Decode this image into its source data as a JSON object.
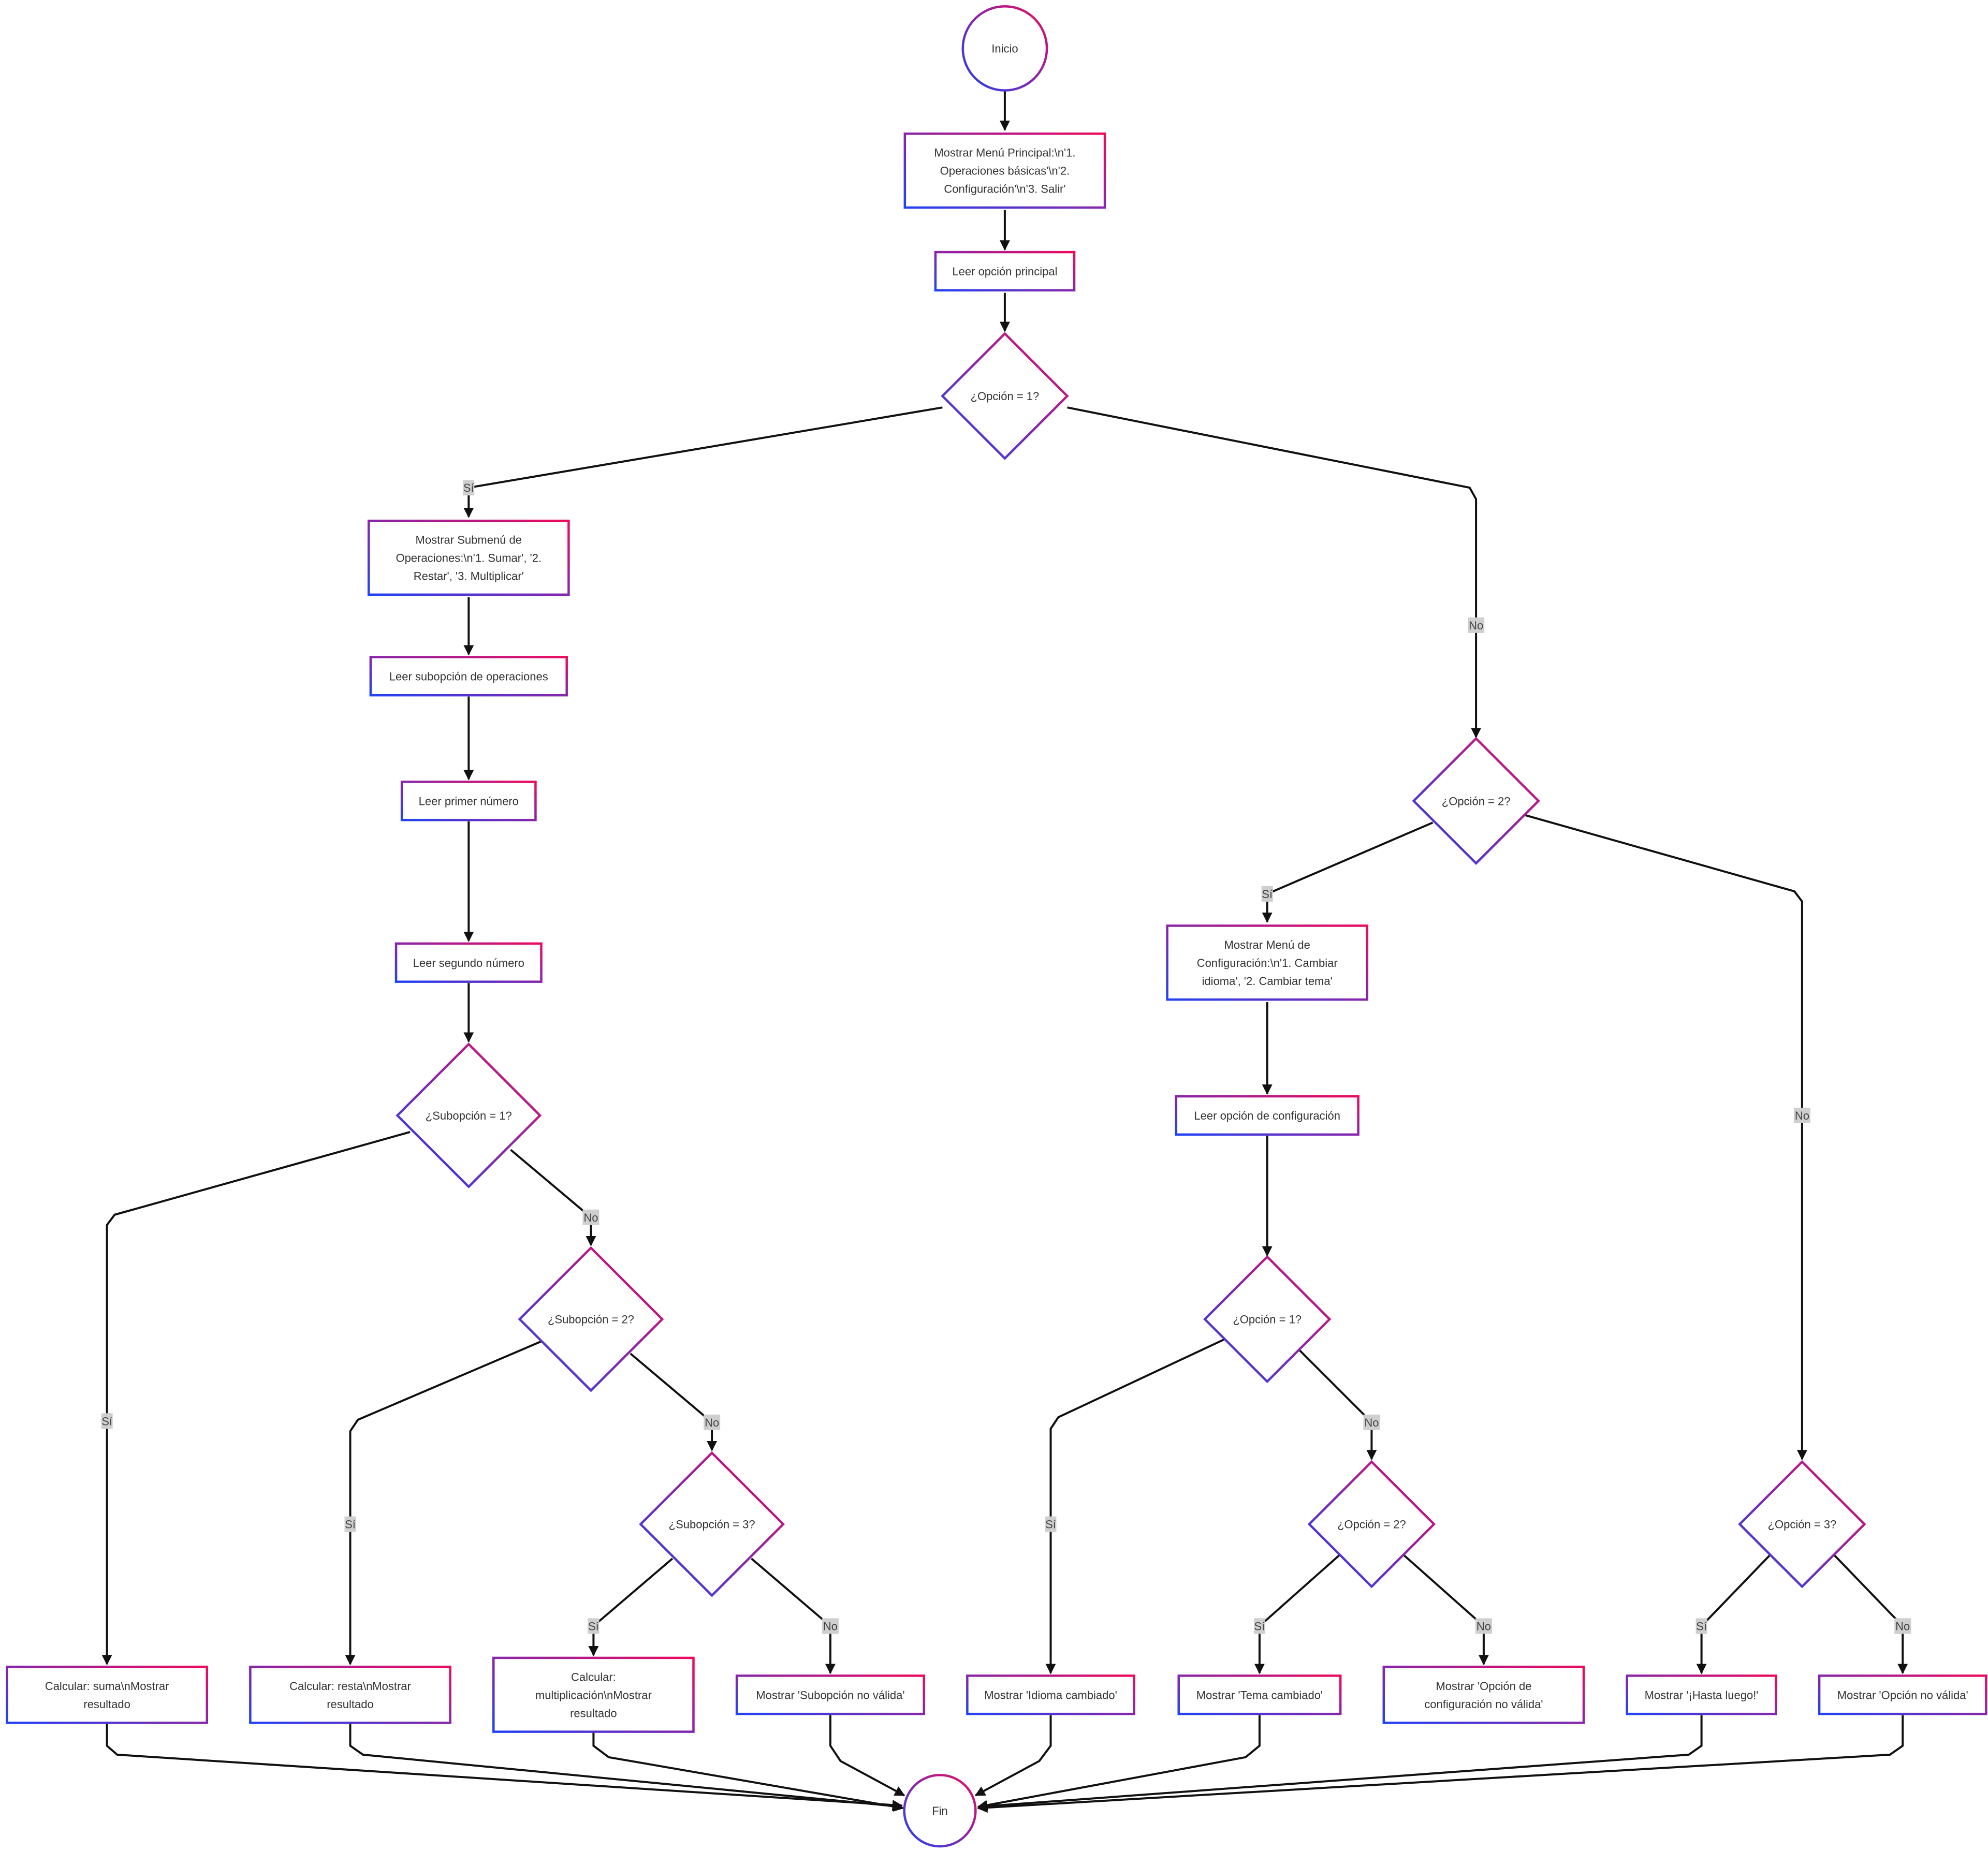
{
  "colors": {
    "border_start": "#2142f5",
    "border_end": "#ee0a5e",
    "edge": "#111111",
    "edge_label_bg": "#cfcfcf",
    "text": "#333333"
  },
  "nodes": {
    "start": [
      "Inicio"
    ],
    "main_menu": [
      "Mostrar Menú Principal:\\n'1.",
      "Operaciones básicas'\\n'2.",
      "Configuración'\\n'3. Salir'"
    ],
    "read_main": [
      "Leer opción principal"
    ],
    "dec_opt1": [
      "¿Opción = 1?"
    ],
    "sub_menu": [
      "Mostrar Submenú de",
      "Operaciones:\\n'1. Sumar', '2.",
      "Restar', '3. Multiplicar'"
    ],
    "read_sub": [
      "Leer subopción de operaciones"
    ],
    "read_first": [
      "Leer primer número"
    ],
    "read_second": [
      "Leer segundo número"
    ],
    "dec_sub1": [
      "¿Subopción = 1?"
    ],
    "dec_sub2": [
      "¿Subopción = 2?"
    ],
    "dec_sub3": [
      "¿Subopción = 3?"
    ],
    "calc_sum": [
      "Calcular: suma\\nMostrar",
      "resultado"
    ],
    "calc_sub": [
      "Calcular: resta\\nMostrar",
      "resultado"
    ],
    "calc_mul": [
      "Calcular:",
      "multiplicación\\nMostrar",
      "resultado"
    ],
    "sub_invalid": [
      "Mostrar 'Subopción no válida'"
    ],
    "dec_opt2": [
      "¿Opción = 2?"
    ],
    "config_menu": [
      "Mostrar Menú de",
      "Configuración:\\n'1. Cambiar",
      "idioma', '2. Cambiar tema'"
    ],
    "read_config": [
      "Leer opción de configuración"
    ],
    "dec_cfg1": [
      "¿Opción = 1?"
    ],
    "dec_cfg2": [
      "¿Opción = 2?"
    ],
    "lang_changed": [
      "Mostrar 'Idioma cambiado'"
    ],
    "theme_changed": [
      "Mostrar 'Tema cambiado'"
    ],
    "cfg_invalid": [
      "Mostrar 'Opción de",
      "configuración no válida'"
    ],
    "dec_opt3": [
      "¿Opción = 3?"
    ],
    "goodbye": [
      "Mostrar '¡Hasta luego!'"
    ],
    "opt_invalid": [
      "Mostrar 'Opción no válida'"
    ],
    "end": [
      "Fin"
    ]
  },
  "edge_labels": {
    "yes": "Sí",
    "no": "No"
  }
}
